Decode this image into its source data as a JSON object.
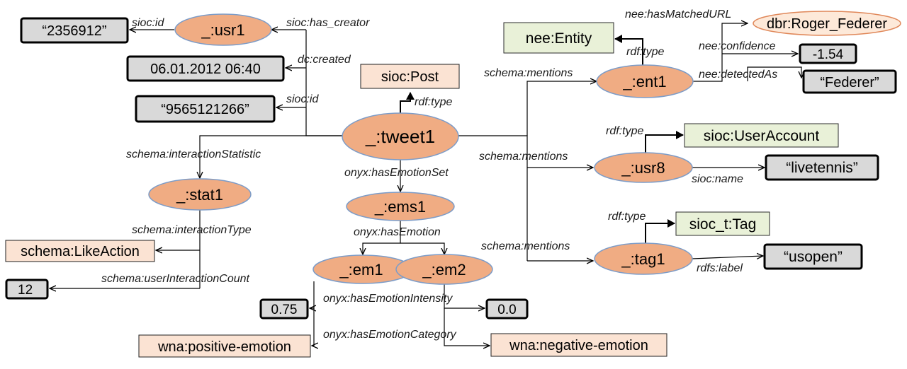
{
  "nodes": {
    "tweet1": "_:tweet1",
    "usr1": "_:usr1",
    "stat1": "_:stat1",
    "ems1": "_:ems1",
    "em1": "_:em1",
    "em2": "_:em2",
    "ent1": "_:ent1",
    "usr8": "_:usr8",
    "tag1": "_:tag1",
    "dbr": "dbr:Roger_Federer"
  },
  "boxes": {
    "nee_entity": "nee:Entity",
    "sioc_post": "sioc:Post",
    "sioc_useraccount": "sioc:UserAccount",
    "sioc_t_tag": "sioc_t:Tag",
    "schema_likeaction": "schema:LikeAction",
    "positive": "wna:positive-emotion",
    "negative": "wna:negative-emotion"
  },
  "literals": {
    "usr_id": "“2356912”",
    "created": "06.01.2012 06:40",
    "tweet_id": "“9565121266”",
    "confidence": "-1.54",
    "detected": "“Federer”",
    "name": "“livetennis”",
    "label": "“usopen”",
    "count": "12",
    "em1_intensity": "0.75",
    "em2_intensity": "0.0"
  },
  "edges": {
    "sioc_id_usr": "sioc:id",
    "has_creator": "sioc:has_creator",
    "dc_created": "dc:created",
    "sioc_id_tweet": "sioc:id",
    "rdf_type_tweet": "rdf:type",
    "interaction_statistic": "schema:interactionStatistic",
    "has_emotion_set": "onyx:hasEmotionSet",
    "has_emotion": "onyx:hasEmotion",
    "interaction_type": "schema:interactionType",
    "user_interaction_count": "schema:userInteractionCount",
    "emotion_intensity": "onyx:hasEmotionIntensity",
    "emotion_category": "onyx:hasEmotionCategory",
    "mentions_1": "schema:mentions",
    "mentions_2": "schema:mentions",
    "mentions_3": "schema:mentions",
    "rdf_type_ent": "rdf:type",
    "matched_url": "nee:hasMatchedURL",
    "confidence": "nee:confidence",
    "detected_as": "nee:detectedAs",
    "rdf_type_usr8": "rdf:type",
    "sioc_name": "sioc:name",
    "rdf_type_tag": "rdf:type",
    "rdfs_label": "rdfs:label"
  }
}
